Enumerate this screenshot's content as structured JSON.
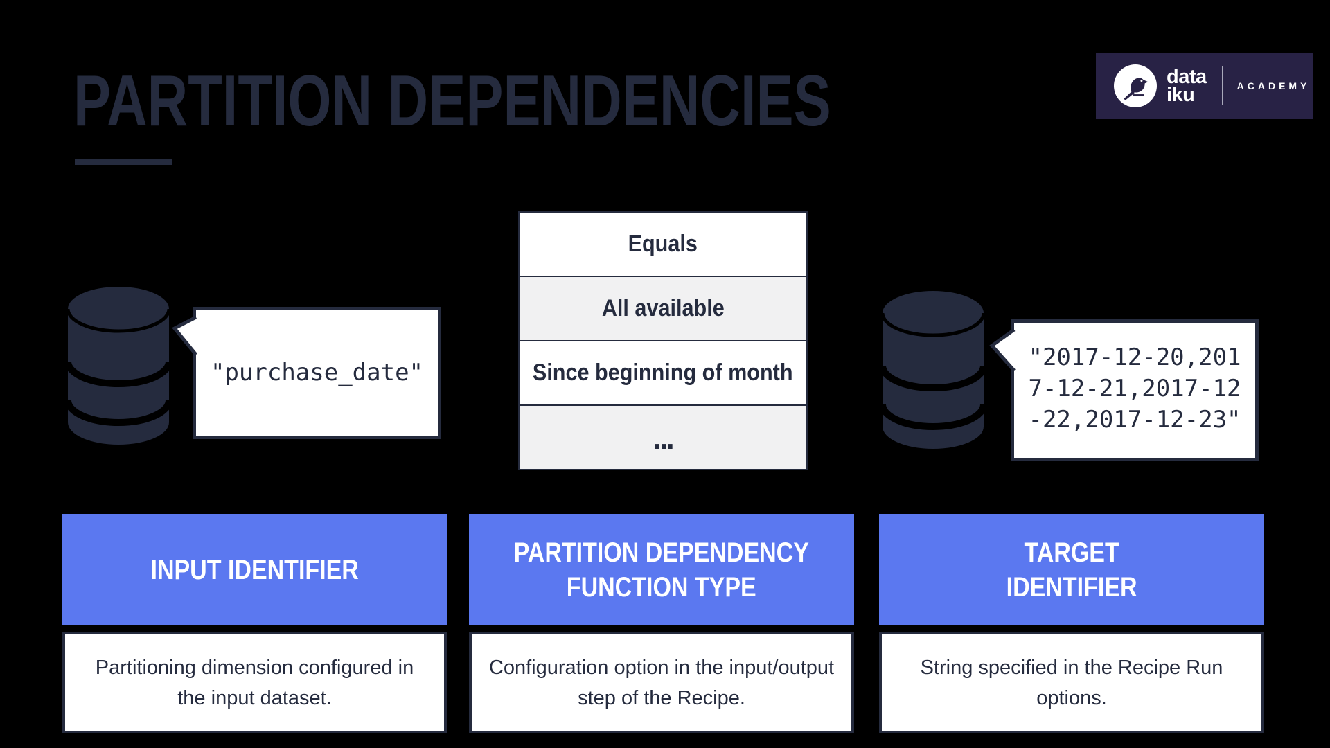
{
  "slide": {
    "title": "PARTITION DEPENDENCIES"
  },
  "logo": {
    "brand_top": "data",
    "brand_bottom": "iku",
    "program": "ACADEMY"
  },
  "colors": {
    "background": "#000000",
    "ink_navy": "#252b3e",
    "accent_blue": "#5b78f0",
    "row_alt_gray": "#f1f1f2",
    "logo_navy": "#282245",
    "white": "#ffffff"
  },
  "input_bubble": {
    "text": "\"purchase_date\""
  },
  "function_list": {
    "items": [
      "Equals",
      "All available",
      "Since beginning of month",
      "..."
    ]
  },
  "target_bubble": {
    "lines": [
      "\"2017-12-20,201",
      "7-12-21,2017-12",
      "-22,2017-12-23\""
    ]
  },
  "columns": [
    {
      "header_lines": [
        "INPUT IDENTIFIER"
      ],
      "description": "Partitioning dimension configured in the input dataset."
    },
    {
      "header_lines": [
        "PARTITION DEPENDENCY",
        "FUNCTION TYPE"
      ],
      "description": "Configuration option in the input/output step of the Recipe."
    },
    {
      "header_lines": [
        "TARGET",
        "IDENTIFIER"
      ],
      "description": "String specified in the Recipe Run options."
    }
  ]
}
